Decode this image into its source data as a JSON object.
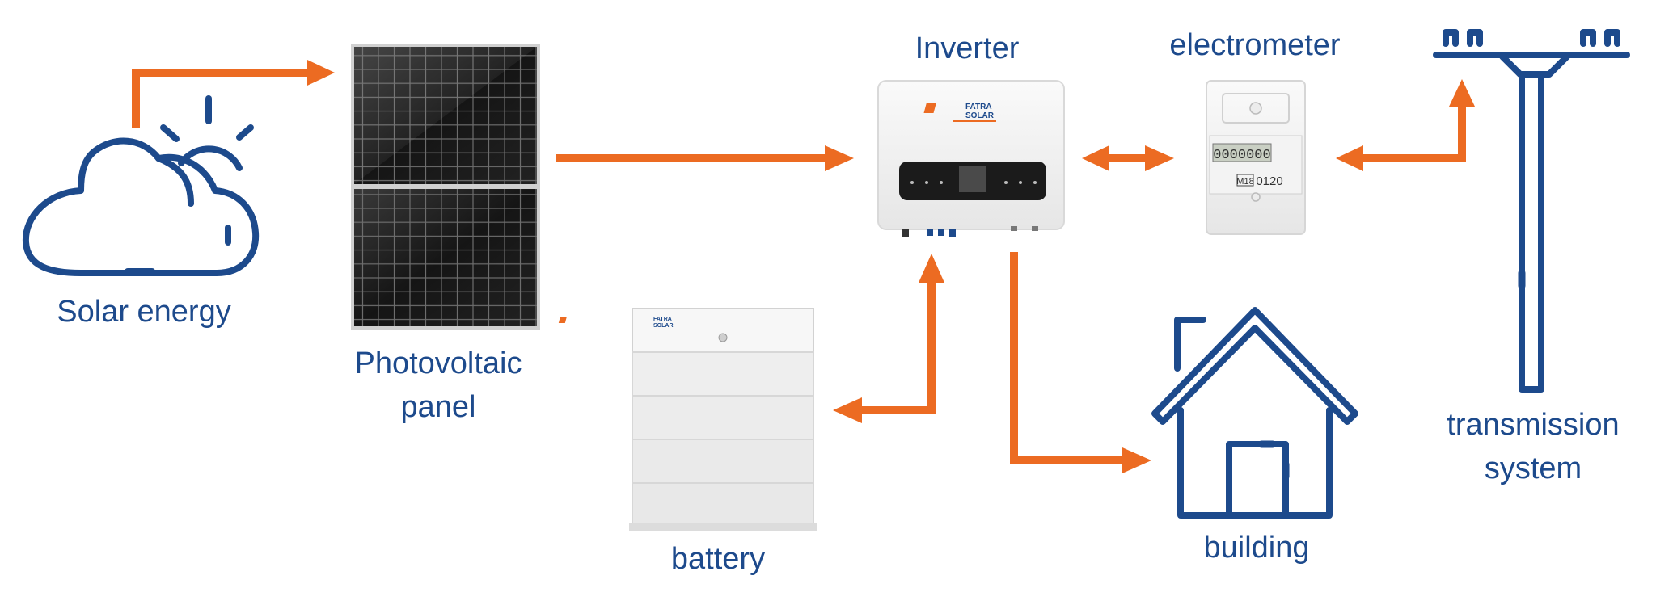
{
  "labels": {
    "solar_energy": "Solar energy",
    "pv_panel_line1": "Photovoltaic",
    "pv_panel_line2": "panel",
    "inverter": "Inverter",
    "electrometer": "electrometer",
    "transmission_line1": "transmission",
    "transmission_line2": "system",
    "battery": "battery",
    "building": "building"
  },
  "inverter_brand": {
    "line1": "FATRA",
    "line2": "SOLAR"
  },
  "battery_brand": {
    "line1": "FATRA",
    "line2": "SOLAR"
  },
  "meter": {
    "display": "0000000",
    "model": "M18",
    "counter": "0120"
  },
  "colors": {
    "accent_orange": "#ec6b22",
    "brand_blue": "#1d4a8c",
    "device_white": "#f7f7f7",
    "panel_cell": "#1a1a1a"
  },
  "icons": [
    "cloud-sun-icon",
    "house-icon",
    "power-pole-icon"
  ]
}
